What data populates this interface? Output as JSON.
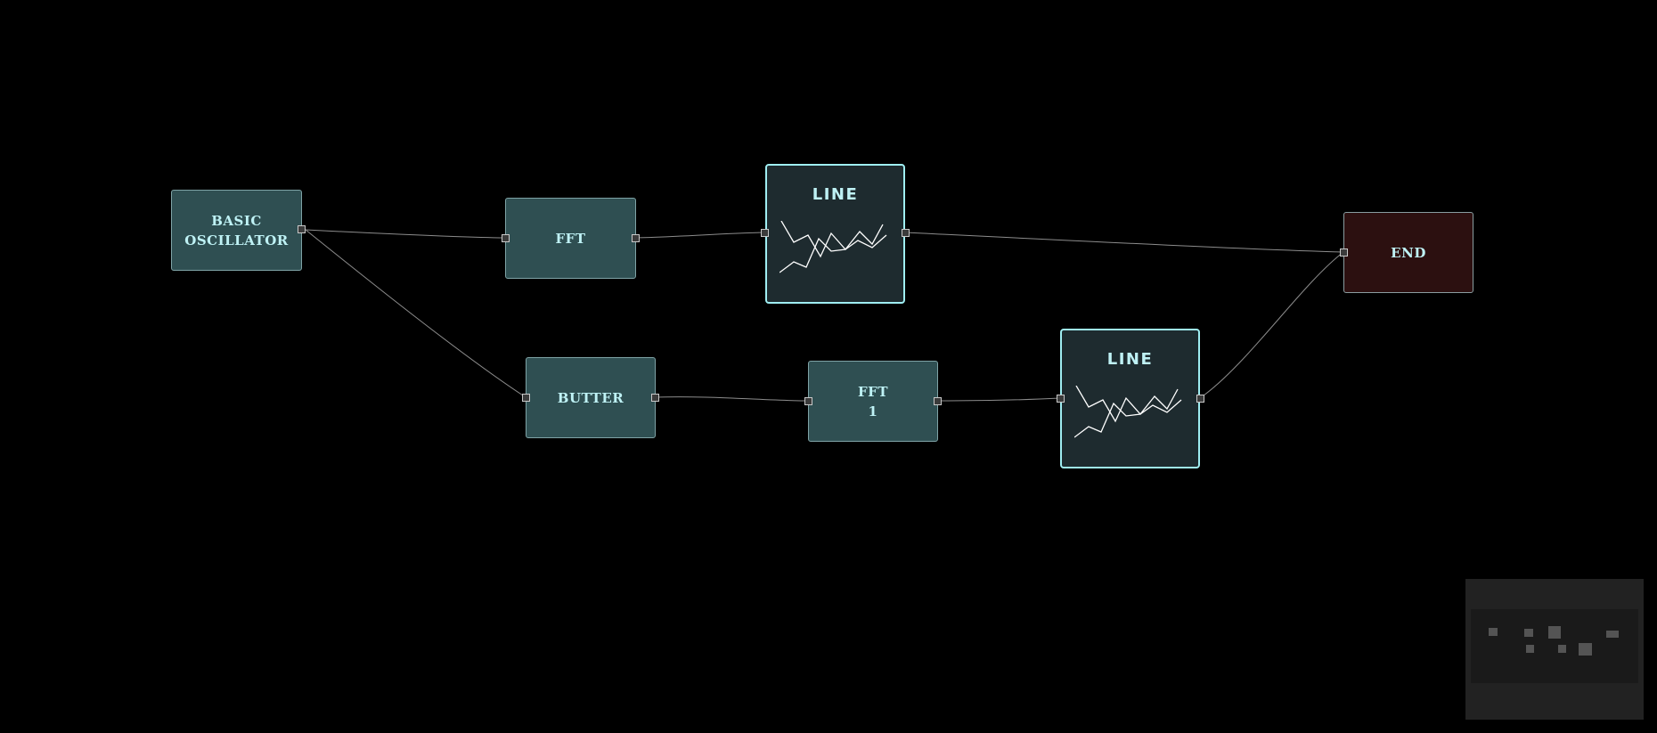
{
  "nodes": {
    "basic_oscillator": {
      "label": "BASIC\nOSCILLATOR"
    },
    "fft": {
      "label": "FFT"
    },
    "line_1": {
      "label": "LINE"
    },
    "end": {
      "label": "END"
    },
    "butter": {
      "label": "BUTTER"
    },
    "fft_1": {
      "label": "FFT\n1"
    },
    "line_2": {
      "label": "LINE"
    }
  },
  "edges": [
    {
      "from": "basic_oscillator",
      "to": "fft"
    },
    {
      "from": "basic_oscillator",
      "to": "butter"
    },
    {
      "from": "fft",
      "to": "line_1"
    },
    {
      "from": "line_1",
      "to": "end"
    },
    {
      "from": "butter",
      "to": "fft_1"
    },
    {
      "from": "fft_1",
      "to": "line_2"
    },
    {
      "from": "line_2",
      "to": "end"
    }
  ],
  "colors": {
    "background": "#000000",
    "node_fill": "#2f4f52",
    "node_text": "#bff2f5",
    "plot_border": "#9feef2",
    "end_fill": "#2c1010",
    "edge": "#8c8c8c"
  },
  "minimap": {
    "visible": true
  }
}
